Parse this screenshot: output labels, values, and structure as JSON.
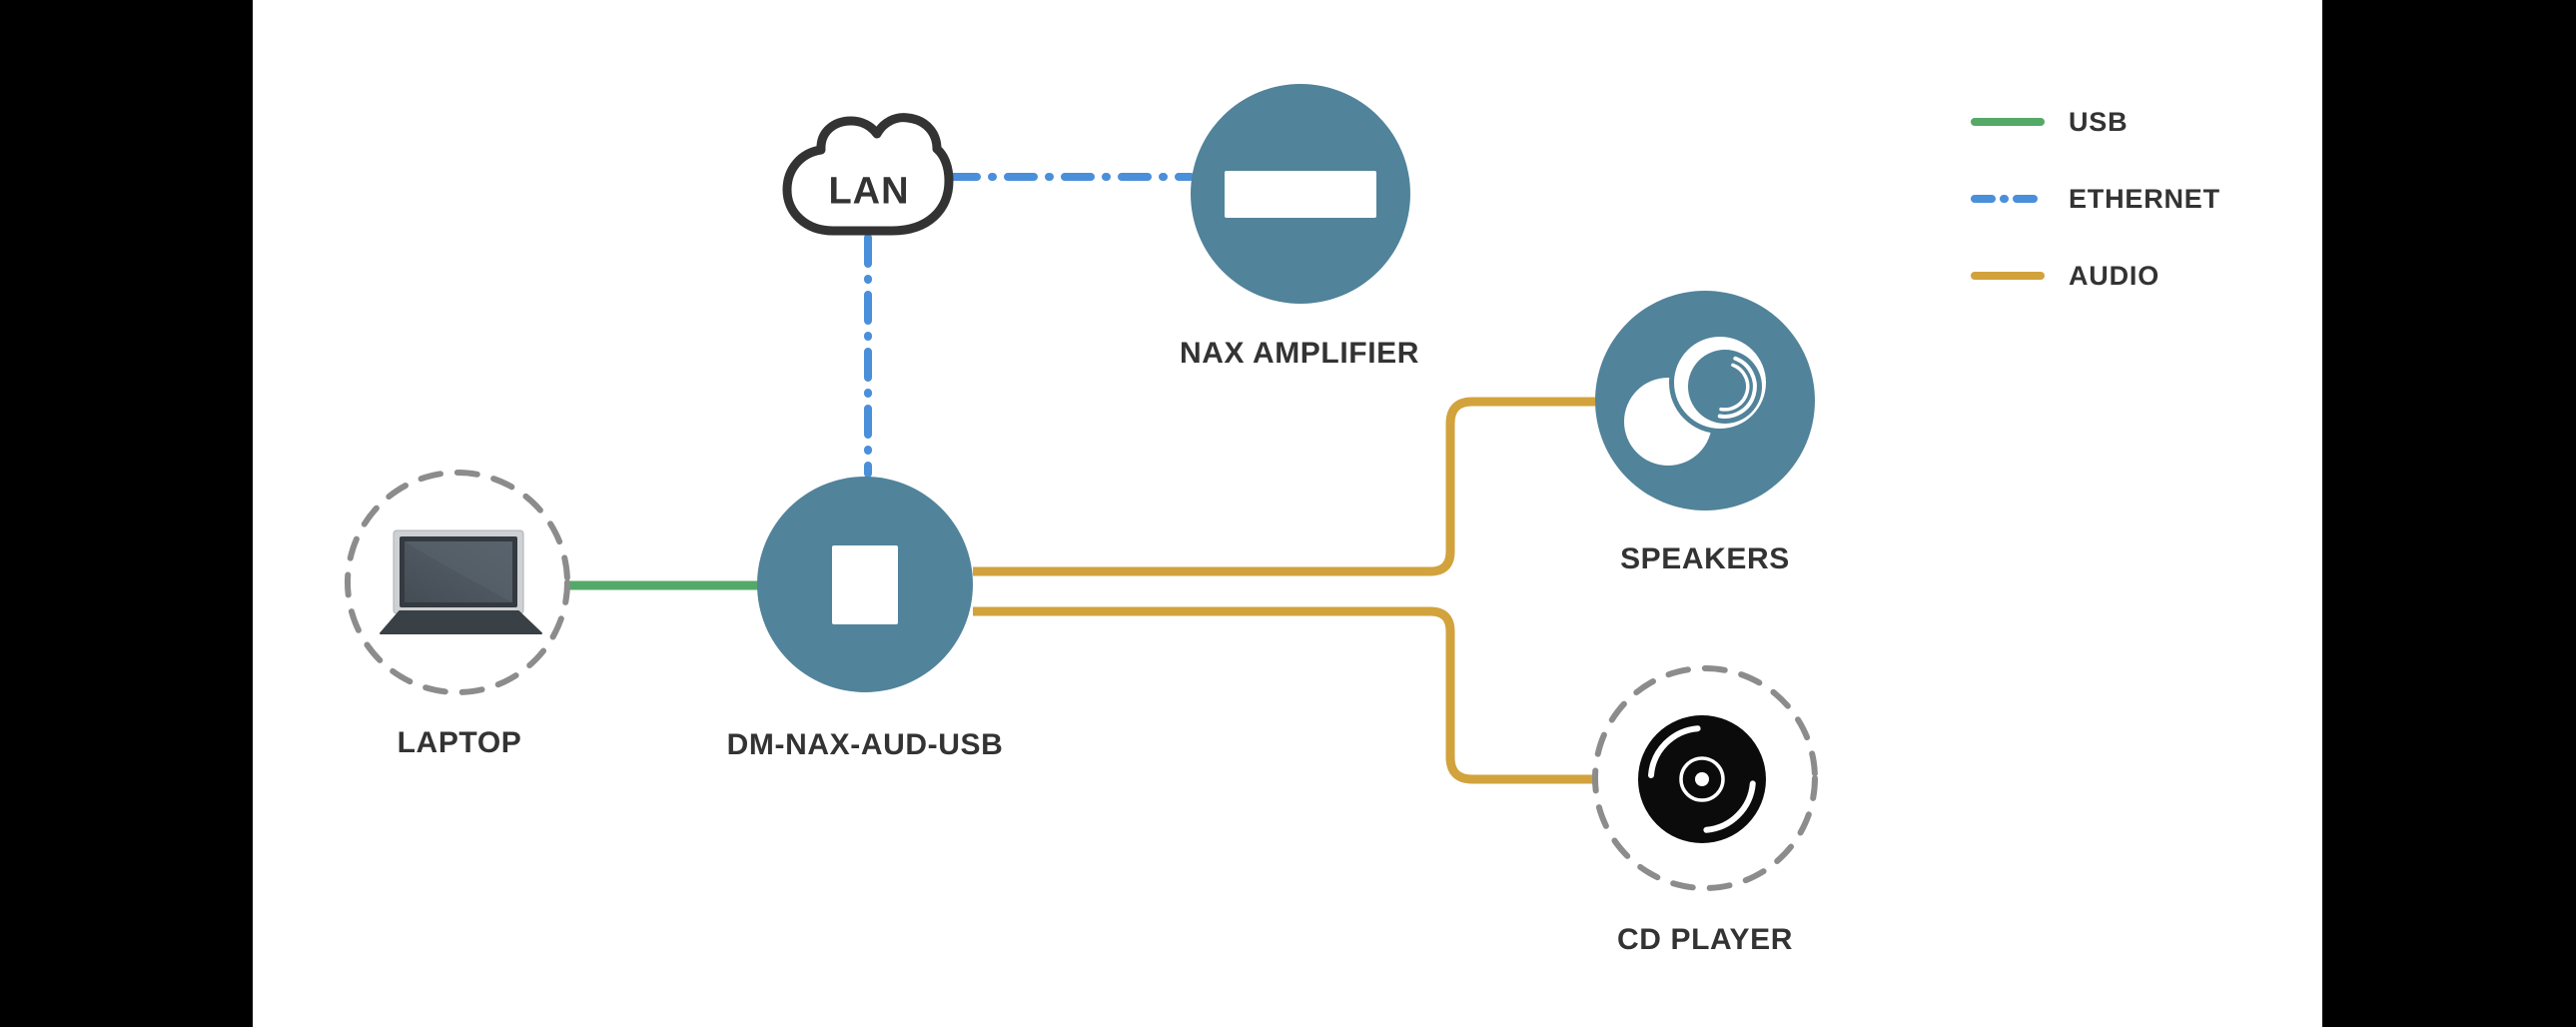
{
  "window": {
    "background": "#000000",
    "panel_background": "#ffffff"
  },
  "colors": {
    "node_fill": "#51839A",
    "usb": "#55A968",
    "ethernet": "#4A8FD9",
    "audio": "#D2A23C",
    "label_text": "#333333",
    "dashed_circle": "#8C8C8C",
    "cloud_outline": "#333333",
    "cd_disc": "#0B0B0B"
  },
  "nodes": {
    "lan": {
      "label": "LAN",
      "type": "cloud"
    },
    "nax_amplifier": {
      "label": "NAX AMPLIFIER",
      "type": "solid-circle"
    },
    "laptop": {
      "label": "LAPTOP",
      "type": "dashed-circle"
    },
    "dm_nax_aud_usb": {
      "label": "DM-NAX-AUD-USB",
      "type": "solid-circle"
    },
    "speakers": {
      "label": "SPEAKERS",
      "type": "solid-circle"
    },
    "cd_player": {
      "label": "CD PLAYER",
      "type": "dashed-circle"
    }
  },
  "connections": [
    {
      "from": "laptop",
      "to": "dm_nax_aud_usb",
      "type": "USB"
    },
    {
      "from": "lan",
      "to": "nax_amplifier",
      "type": "ETHERNET"
    },
    {
      "from": "lan",
      "to": "dm_nax_aud_usb",
      "type": "ETHERNET"
    },
    {
      "from": "dm_nax_aud_usb",
      "to": "speakers",
      "type": "AUDIO"
    },
    {
      "from": "dm_nax_aud_usb",
      "to": "cd_player",
      "type": "AUDIO"
    }
  ],
  "legend": {
    "items": [
      {
        "label": "USB",
        "style": "solid",
        "color": "#55A968"
      },
      {
        "label": "ETHERNET",
        "style": "dash-dot",
        "color": "#4A8FD9"
      },
      {
        "label": "AUDIO",
        "style": "solid",
        "color": "#D2A23C"
      }
    ]
  }
}
